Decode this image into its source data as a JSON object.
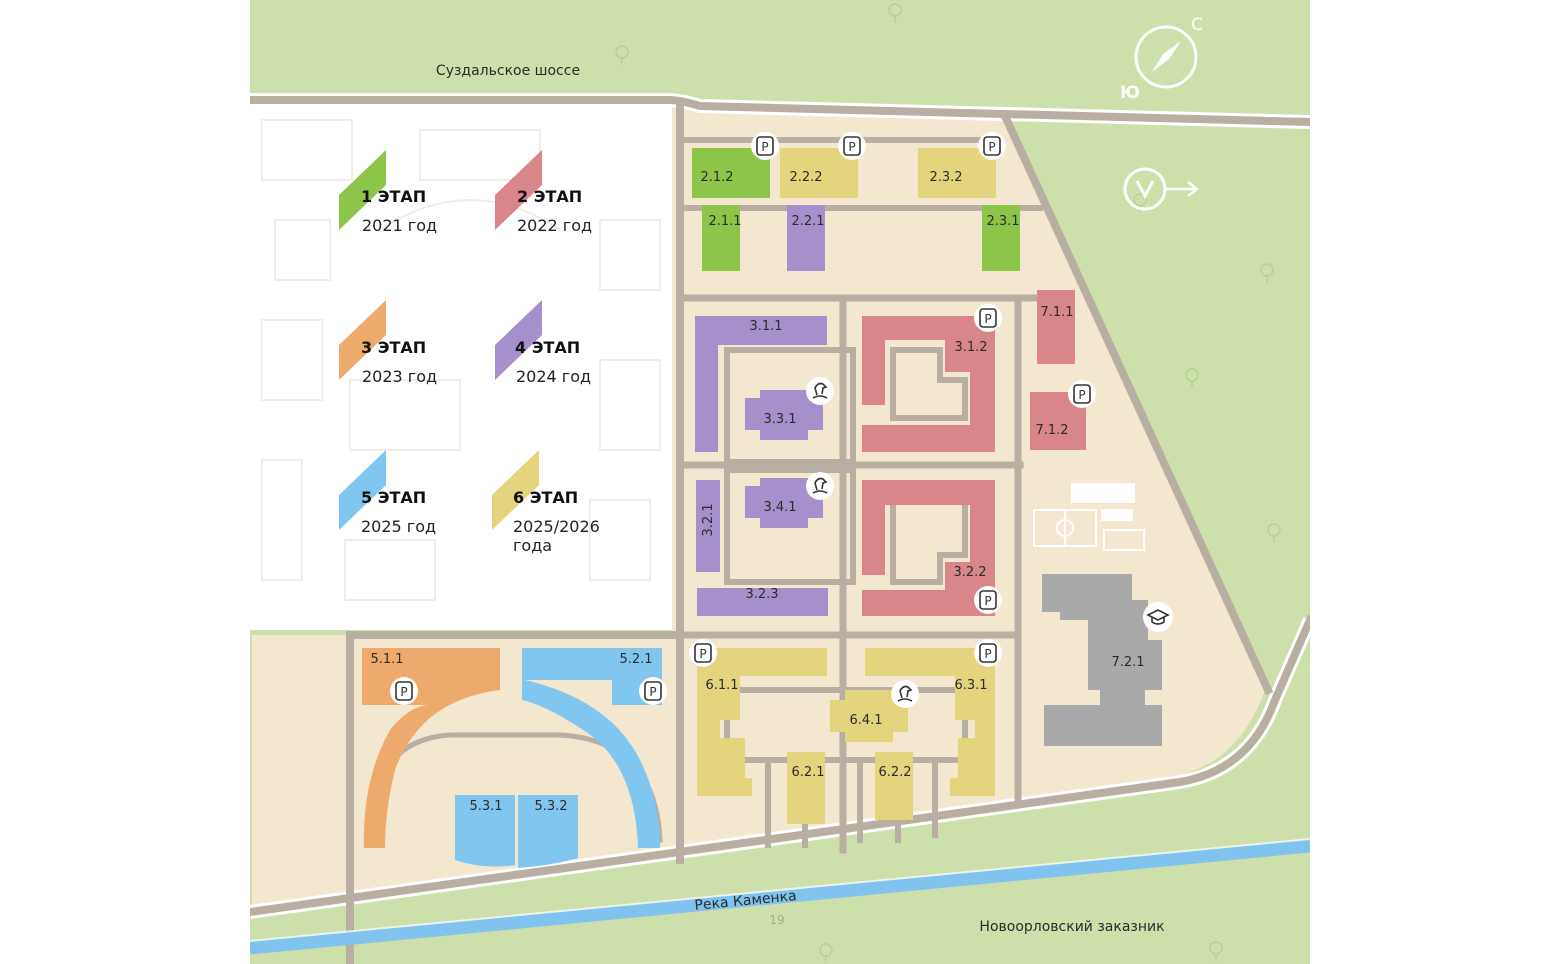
{
  "streets": {
    "north_highway": "Суздальское шоссе",
    "river": "Река Каменка",
    "reserve": "Новоорловский заказник",
    "road_number": "19"
  },
  "compass": {
    "north": "С",
    "south": "Ю"
  },
  "legend": [
    {
      "title": "1 ЭТАП",
      "year": "2021 год",
      "color": "#8dc54b"
    },
    {
      "title": "2 ЭТАП",
      "year": "2022 год",
      "color": "#d9868b"
    },
    {
      "title": "3 ЭТАП",
      "year": "2023 год",
      "color": "#eea96d"
    },
    {
      "title": "4 ЭТАП",
      "year": "2024 год",
      "color": "#a690cb"
    },
    {
      "title": "5 ЭТАП",
      "year": "2025 год",
      "color": "#80c6ee"
    },
    {
      "title": "6 ЭТАП",
      "year": "2025/2026",
      "year2": "года",
      "color": "#e4d47e"
    }
  ],
  "buildings": [
    {
      "label": "2.1.2"
    },
    {
      "label": "2.2.2"
    },
    {
      "label": "2.3.2"
    },
    {
      "label": "2.1.1"
    },
    {
      "label": "2.2.1"
    },
    {
      "label": "2.3.1"
    },
    {
      "label": "3.1.1"
    },
    {
      "label": "3.1.2"
    },
    {
      "label": "3.3.1"
    },
    {
      "label": "3.4.1"
    },
    {
      "label": "3.2.1"
    },
    {
      "label": "3.2.3"
    },
    {
      "label": "3.2.2"
    },
    {
      "label": "7.1.1"
    },
    {
      "label": "7.1.2"
    },
    {
      "label": "7.2.1"
    },
    {
      "label": "5.1.1"
    },
    {
      "label": "5.2.1"
    },
    {
      "label": "5.3.1"
    },
    {
      "label": "5.3.2"
    },
    {
      "label": "6.1.1"
    },
    {
      "label": "6.3.1"
    },
    {
      "label": "6.4.1"
    },
    {
      "label": "6.2.1"
    },
    {
      "label": "6.2.2"
    }
  ],
  "parking_label": "P"
}
